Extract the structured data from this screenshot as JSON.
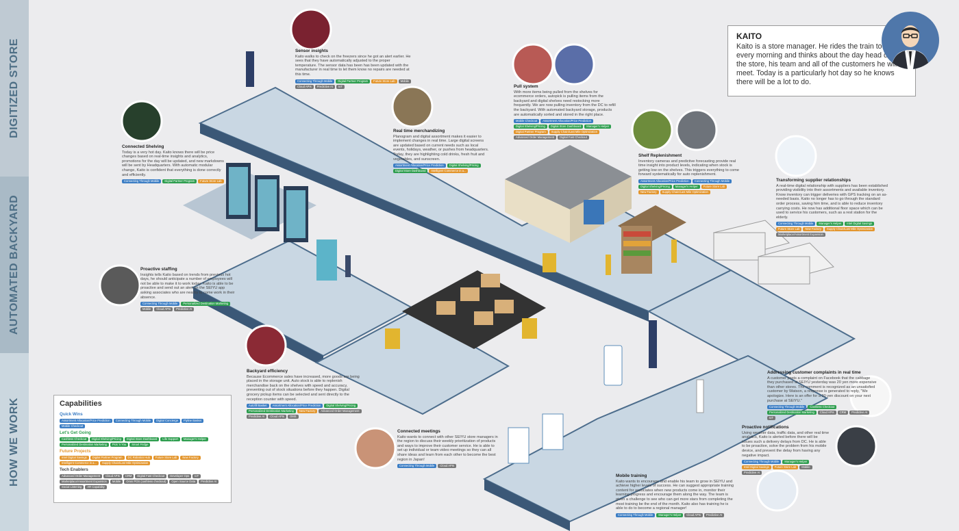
{
  "sections": [
    "DIGITIZED STORE",
    "AUTOMATED BACKYARD",
    "HOW WE WORK"
  ],
  "kaito": {
    "name": "KAITO",
    "text": "Kaito is a store manager. He rides the train to work every morning and thinks about the day head of him, the store, his team and all of the customers he will meet. Today is a particularly hot day so he knows there will be a lot to do."
  },
  "stories": [
    {
      "title": "Sensor insights",
      "text": "Kaito walks to check on the freezers since he got an alert earlier. He sees that they have automatically adjusted to the proper temperature. The sensor data has been has been updated with the manufacturer in real time to let them know no repairs are needed at this time.",
      "tags": [
        "Connecting Through Mobile",
        "Digital Partner Program",
        "Future Store Lab",
        "Mobile",
        "Cloud APIs",
        "Predictive AI",
        "IoT"
      ],
      "colors": [
        "blue",
        "green",
        "orange",
        "grey",
        "grey",
        "grey",
        "grey"
      ]
    },
    {
      "title": "Connected Shelving",
      "text": "Today is a very hot day. Kaito knows there will be price changes based on real-time insights and analytics, promotions for the day will be updated, and new markdowns will be sent by Headquarters. With automatic modular change, Kaito is confident that everything is done correctly and efficiently.",
      "tags": [
        "Connecting Through Mobile",
        "Digital Partner Program",
        "Future Store Lab"
      ],
      "colors": [
        "blue",
        "green",
        "orange"
      ]
    },
    {
      "title": "Real time merchandizing",
      "text": "Planogram and digital assortment makes it easier to implement changes in real time. Large digital screens are updated based on current needs such as local events, holidays, weather, or pushes from headquarters. Today, they are highlighting cold drinks, fresh fruit and vegetables, and sunscreen.",
      "tags": [
        "Assortment Allocation/Price Prediction",
        "Digital Shelving/Pricing",
        "Digital Store Dashboard",
        "Intelligent Commerce in a..."
      ],
      "colors": [
        "blue",
        "green",
        "green",
        "orange"
      ]
    },
    {
      "title": "Pull system",
      "text": "With more items being pulled from the shelves for ecommerce orders, autopick is pulling items from the backyard and digital shelves need restocking more frequently. We are now pulling inventory from the DC to refill the backyard. With automated backyard storage, products are automatically sorted and stored in the right place.",
      "tags": [
        "Mobile Checkout",
        "Assortment Allocation/Price Prediction",
        "Digital Shelving/Pricing",
        "Digital Store Dashboard",
        "Manager's Helper",
        "Digital Partner Program",
        "Supply Chain/Last Mile Optimization",
        "Advanced Order Management",
        "Digital Fast Checkout"
      ],
      "colors": [
        "blue",
        "blue",
        "green",
        "green",
        "green",
        "orange",
        "orange",
        "grey",
        "grey"
      ]
    },
    {
      "title": "Shelf Replenishment",
      "text": "Inventory cameras and predictive forecasting provide real time insight into product levels, indicating when stock is getting low on the shelves. This triggers everything to come forward systematically for auto replenishment.",
      "tags": [
        "Assortment Allocation/Price Prediction",
        "Connecting Through Mobile",
        "Digital Shelving/Pricing",
        "Manager's Helper",
        "Future Store Lab",
        "New Factory",
        "Supply Chain/Last Mile Optimization"
      ],
      "colors": [
        "blue",
        "blue",
        "green",
        "green",
        "orange",
        "orange",
        "orange"
      ]
    },
    {
      "title": "Transforming supplier relationships",
      "text": "A real-time digital relationship with suppliers has been established providing visibility into their assortments and available inventory. Know inventory can trigger deliveries with GPS tracking on an as-needed basis. Kaito no longer has to go through the standard order process, saving him time, and is able to reduce inventory carrying costs. He now has additional floor space which can be used to service his customers, such as a rest station for the elderly.",
      "tags": [
        "Connecting Through Mobile",
        "Manager's Helper",
        "Intel Digital Savings",
        "Future Store Lab",
        "New Factory",
        "Supply Chain/Last Mile Optimization",
        "Marketplace/Assortment Expansion"
      ],
      "colors": [
        "blue",
        "green",
        "green",
        "orange",
        "orange",
        "orange",
        "grey"
      ]
    },
    {
      "title": "Proactive staffing",
      "text": "Insights tells Kaito based on trends from previous hot days, he should anticipate a number of employees will not be able to make it to work today. Kaito is able to be proactive and send out an alert on the SEIYU app asking associates who are nearby to come work in their absence.",
      "tags": [
        "Connecting Through Mobile",
        "Personalized Destination Marketing",
        "Mobile",
        "Cloud APIs",
        "Predictive AI"
      ],
      "colors": [
        "blue",
        "green",
        "grey",
        "grey",
        "grey"
      ]
    },
    {
      "title": "Backyard efficiency",
      "text": "Because Ecommerce sales have increased, more goods are being placed in the storage unit. Auto stock is able to replenish merchandise back on the shelves with speed and accuracy, preventing out of stock situations before they happen. Digital grocery pickup items can be selected and sent directly to the reception counter with speed.",
      "tags": [
        "Autofill Basket",
        "Assortment Allocation/Price Prediction",
        "Digital Shelving/Pricing",
        "Personalized Destination Marketing",
        "New Factory",
        "Advanced Order Management",
        "Predictive AI",
        "Cloud APIs",
        "OMS"
      ],
      "colors": [
        "blue",
        "blue",
        "green",
        "green",
        "orange",
        "grey",
        "grey",
        "grey",
        "grey"
      ]
    },
    {
      "title": "Addressing customer complaints in real time",
      "text": "A customer posts a complaint on Facebook that the cabbage they purchased at SEIYU yesterday was 20 yen more expensive than other stores. The comment is recognized as an unsatisfied customer by Watson, a response is generated to reply, \"We apologize. Here is an offer for a 20 yen discount on your next purchase at SEIYU.\"",
      "tags": [
        "Connecting Through Mobile",
        "Cashless Checkout",
        "Personalized Destination Marketing",
        "Cloud APIs",
        "CRM",
        "Predictive AI",
        "IoT"
      ],
      "colors": [
        "blue",
        "green",
        "green",
        "grey",
        "grey",
        "grey",
        "grey"
      ]
    },
    {
      "title": "Connected meetings",
      "text": "Kaito wants to connect with other SEIYU store managers in the region to discuss their weekly prioritization of products and ways to improve their customer service. He is able to set up individual or team video meetings so they can all share ideas and learn from each other to become the best region in Japan!",
      "tags": [
        "Connecting Through Mobile",
        "Cloud APIs"
      ],
      "colors": [
        "blue",
        "grey"
      ]
    },
    {
      "title": "Proactive notifications",
      "text": "Using weather data, traffic data, and other real time analytics, Kaito is alerted before there will be issues such a delivery delays from DC. He is able to be proactive, solve the problem from his mobile device, and prevent the delay from having any negative impact.",
      "tags": [
        "Connecting Through Mobile",
        "Manager's Helper",
        "Intel Digital Savings",
        "Future Store Lab",
        "Mobile",
        "Predictive AI"
      ],
      "colors": [
        "blue",
        "green",
        "orange",
        "orange",
        "grey",
        "grey"
      ]
    },
    {
      "title": "Mobile training",
      "text": "Kaito wants to encourage and enable his team to grow in SEIYU and achieve higher levels of success. He can suggest appropriate training content for associates when new products come in, monitor their learning progress and encourage them along the way. The team is given a challenge to see who can get more stars from completing the most training be the end of the month. Kaito also has training he is able to do to become a regional manager!",
      "tags": [
        "Connecting Through Mobile",
        "Manager's Helper",
        "Cloud APIs",
        "Predictive AI"
      ],
      "colors": [
        "blue",
        "green",
        "grey",
        "grey"
      ]
    }
  ],
  "capabilities": {
    "title": "Capabilities",
    "groups": [
      {
        "name": "Quick Wins",
        "color": "blue",
        "items": [
          "Assortment Allocation/Price Prediction",
          "Connecting Through Mobile",
          "Digital Concierge",
          "Flyline Basket",
          "Mobile Checkout"
        ]
      },
      {
        "name": "Let's Get Going",
        "color": "green",
        "items": [
          "Cashless Checkout",
          "Digital Shelving/Pricing",
          "Digital Store Dashboard",
          "Life Support",
          "Manager's Helper",
          "Personalized Destination Marketing",
          "Pick 'n You",
          "Smart Fridge"
        ]
      },
      {
        "name": "Future Projects",
        "color": "orange",
        "items": [
          "Intel Digital Savings",
          "Digital Partner Program",
          "DC Robotics Hub",
          "Future Store Lab",
          "New Factory",
          "Intelligent Commerce in a...",
          "Supply Chain/Last Mile Optimization"
        ]
      },
      {
        "name": "Tech Enablers",
        "color": "grey",
        "items": [
          "Advanced Order Management",
          "Cloud APIs",
          "CRM",
          "Digital Fast Checkout",
          "Developer Ops",
          "IoT",
          "Marketplace/Assortment Expansion",
          "Mobile",
          "Omni POS (cashless checkout)",
          "Open Source Data",
          "Predictive AI",
          "Social Listening",
          "AR Capability"
        ]
      }
    ]
  }
}
